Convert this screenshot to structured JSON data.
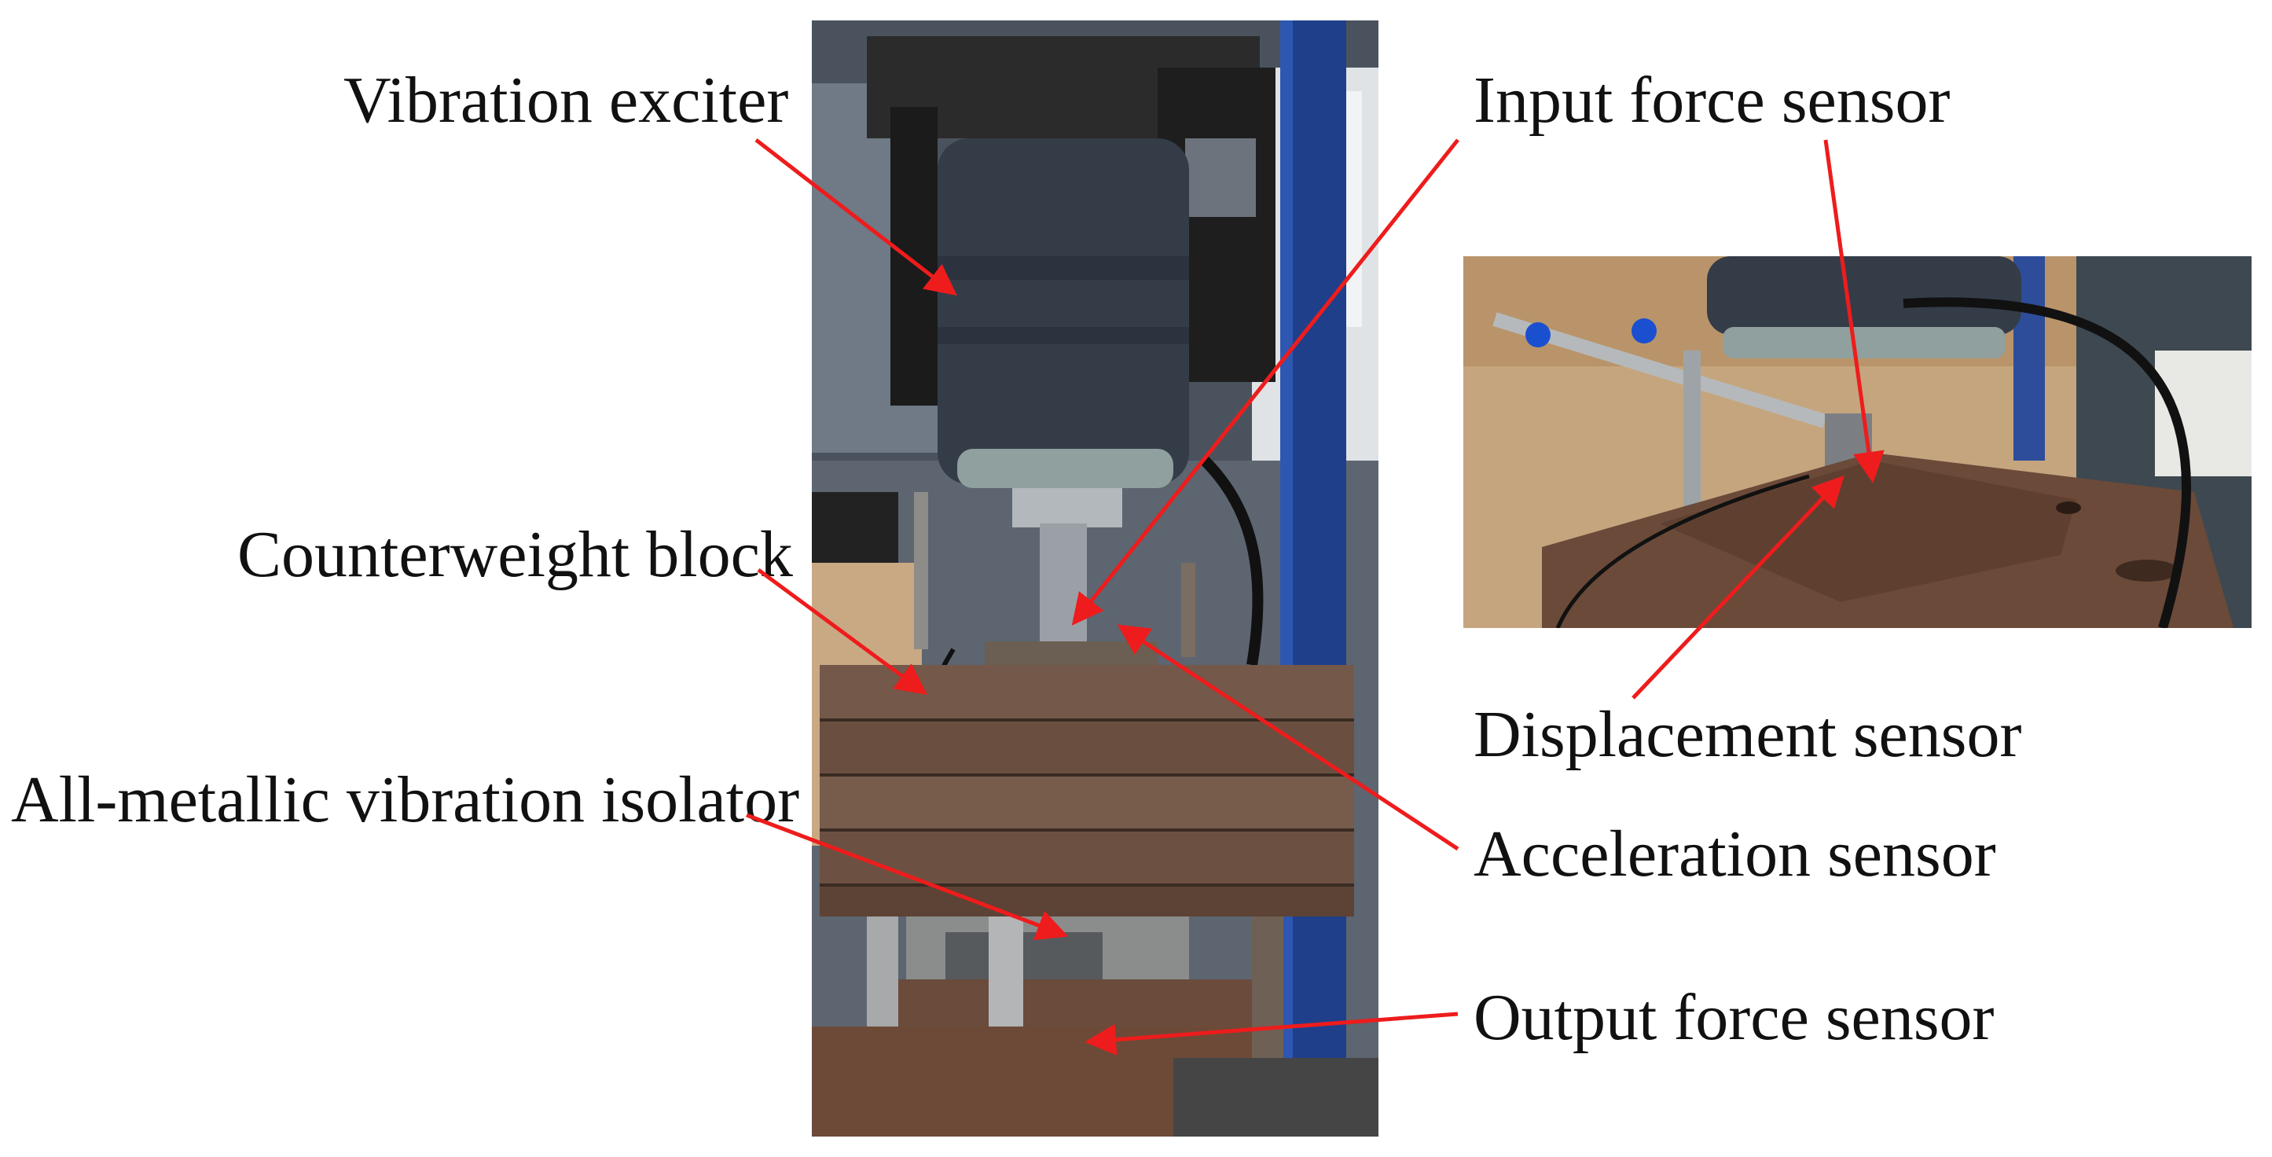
{
  "labels": {
    "vibration_exciter": "Vibration exciter",
    "counterweight_block": "Counterweight block",
    "isolator": "All-metallic vibration isolator",
    "input_force_sensor": "Input force sensor",
    "displacement_sensor": "Displacement sensor",
    "acceleration_sensor": "Acceleration sensor",
    "output_force_sensor": "Output force sensor"
  },
  "colors": {
    "arrow": "#ee1c1c",
    "label_text": "#111111",
    "background": "#ffffff"
  }
}
